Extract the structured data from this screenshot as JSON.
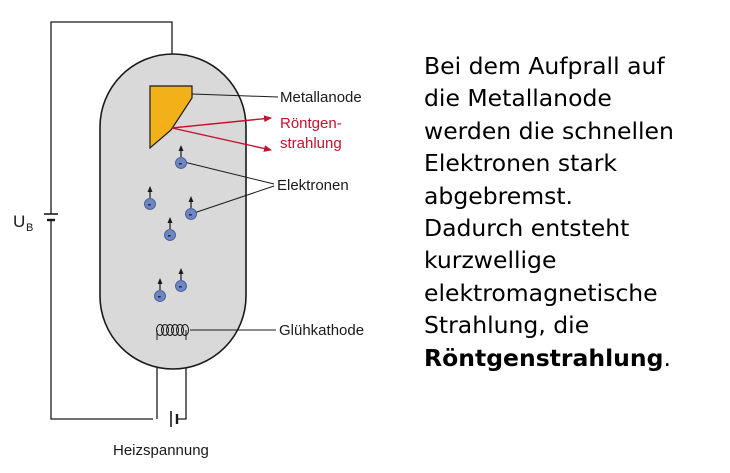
{
  "diagram": {
    "labels": {
      "anode": "Metallanode",
      "xray_line1": "Röntgen-",
      "xray_line2": "strahlung",
      "electrons": "Elektronen",
      "cathode": "Glühkathode",
      "heater_voltage": "Heizspannung",
      "voltage_symbol": "U",
      "voltage_subscript": "B",
      "electron_charge": "-"
    },
    "colors": {
      "tube_fill": "#d9d9d9",
      "anode_fill": "#f2b019",
      "xray_arrow": "#c8102e",
      "electron_fill": "#6d87c4"
    }
  },
  "explanation": {
    "lines": [
      "Bei dem Aufprall auf",
      "die Metallanode",
      "werden die schnellen",
      "Elektronen stark",
      "abgebremst.",
      "Dadurch entsteht",
      "kurzwellige",
      "elektromagnetische",
      "Strahlung, die"
    ],
    "emphasis": "Röntgenstrahlung",
    "end_punctuation": "."
  }
}
